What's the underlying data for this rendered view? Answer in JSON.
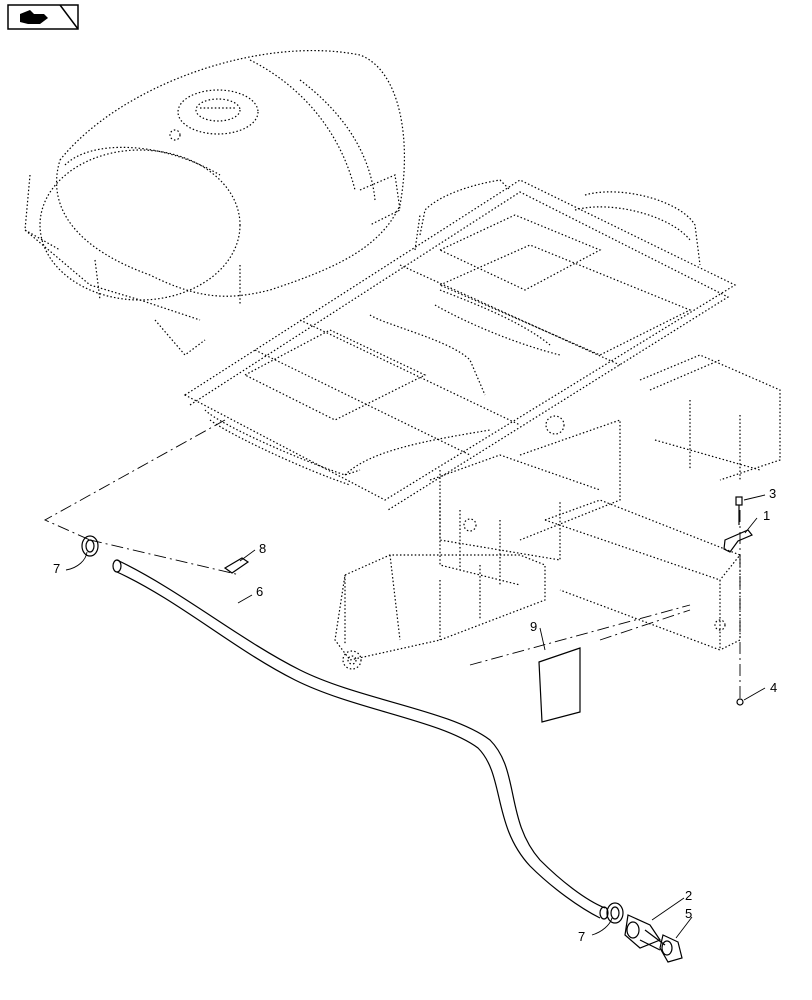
{
  "icons": {
    "nav_icon": "page-navigation-icon"
  },
  "callouts": {
    "c1": "1",
    "c2": "2",
    "c3": "3",
    "c4": "4",
    "c5": "5",
    "c6": "6",
    "c7a": "7",
    "c7b": "7",
    "c8": "8",
    "c9": "9"
  }
}
